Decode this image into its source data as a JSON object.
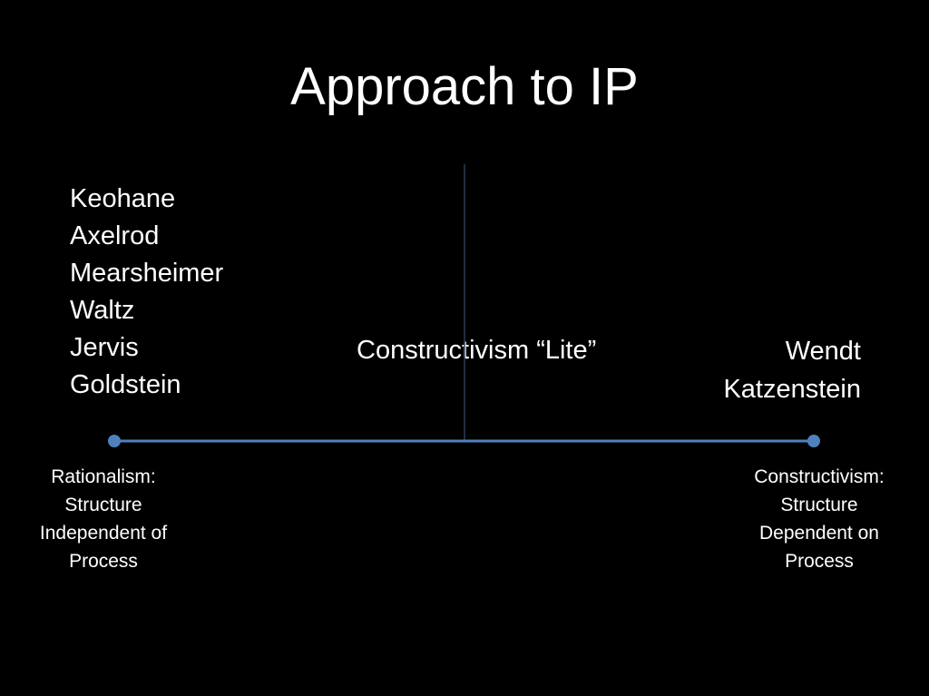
{
  "slide": {
    "title": "Approach to IP",
    "left_names": [
      "Keohane",
      "Axelrod",
      "Mearsheimer",
      "Waltz",
      "Jervis",
      "Goldstein"
    ],
    "center_label": "Constructivism “Lite”",
    "right_names": [
      "Wendt",
      "Katzenstein"
    ],
    "left_caption": [
      "Rationalism:",
      "Structure",
      "Independent of",
      "Process"
    ],
    "right_caption": [
      "Constructivism:",
      "Structure",
      "Dependent on",
      "Process"
    ],
    "colors": {
      "background": "#000000",
      "text": "#ffffff",
      "axis_line": "#4f81bd",
      "divider_line": "#2c3e58"
    }
  }
}
